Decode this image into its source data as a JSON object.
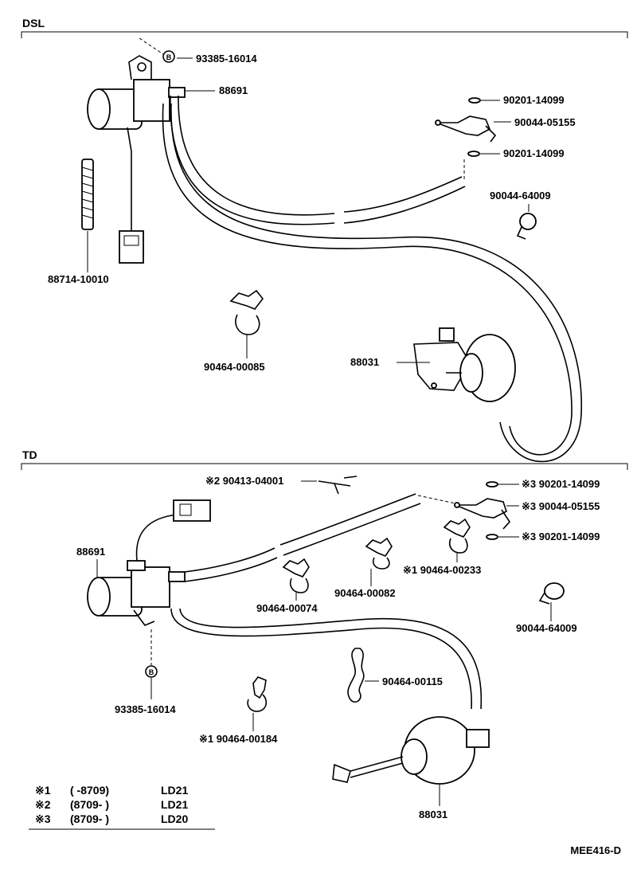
{
  "sections": {
    "dsl": {
      "title": "DSL"
    },
    "td": {
      "title": "TD"
    }
  },
  "labels": {
    "dsl": {
      "bolt": "93385-16014",
      "bolt_marker": "B",
      "valve": "88691",
      "cord": "88714-10010",
      "clamp_a": "90464-00085",
      "actuator": "88031",
      "washer_top": "90201-14099",
      "union": "90044-05155",
      "washer_bottom": "90201-14099",
      "hose_clip": "90044-64009"
    },
    "td": {
      "tee": "※2 90413-04001",
      "washer_top": "※3 90201-14099",
      "union": "※3 90044-05155",
      "washer_bottom": "※3 90201-14099",
      "valve": "88691",
      "clamp_233": "※1 90464-00233",
      "clamp_082": "90464-00082",
      "clamp_074": "90464-00074",
      "hose_clip": "90044-64009",
      "bolt_marker": "B",
      "bolt": "93385-16014",
      "clamp_115": "90464-00115",
      "clamp_184": "※1 90464-00184",
      "actuator": "88031"
    }
  },
  "legend": [
    {
      "mark": "※1",
      "range": "(      -8709)",
      "engine": "LD21"
    },
    {
      "mark": "※2",
      "range": "(8709-      )",
      "engine": "LD21"
    },
    {
      "mark": "※3",
      "range": "(8709-      )",
      "engine": "LD20"
    }
  ],
  "diagram_code": "MEE416-D"
}
